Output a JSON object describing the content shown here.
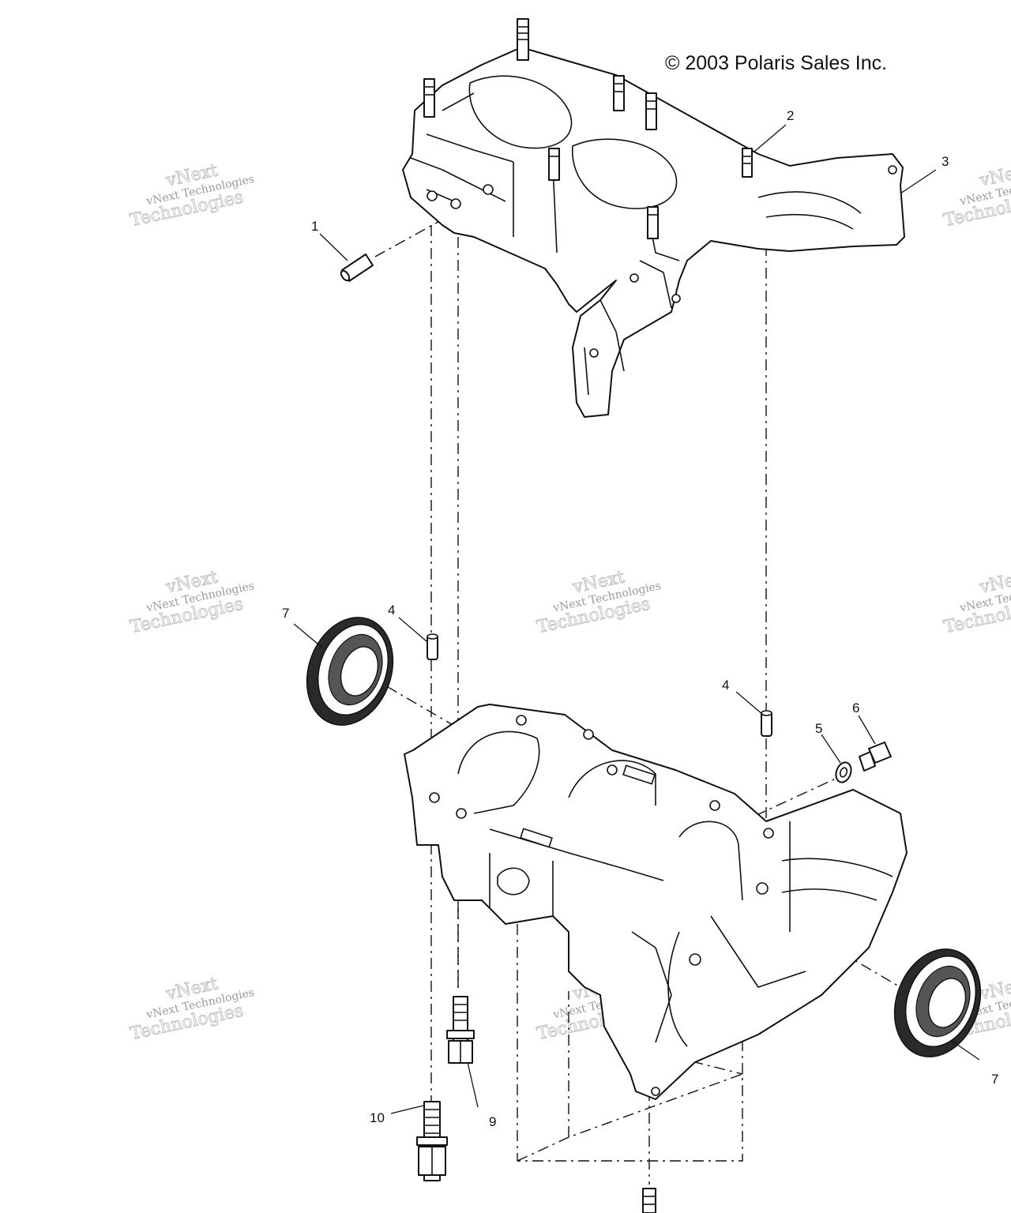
{
  "copyright": "© 2003 Polaris Sales Inc.",
  "watermark": {
    "line1": "vNext Technologies",
    "line2": "vNext",
    "line3": "Technologies"
  },
  "callouts": [
    "1",
    "2",
    "3",
    "4",
    "4",
    "5",
    "6",
    "7",
    "7",
    "9",
    "10"
  ]
}
